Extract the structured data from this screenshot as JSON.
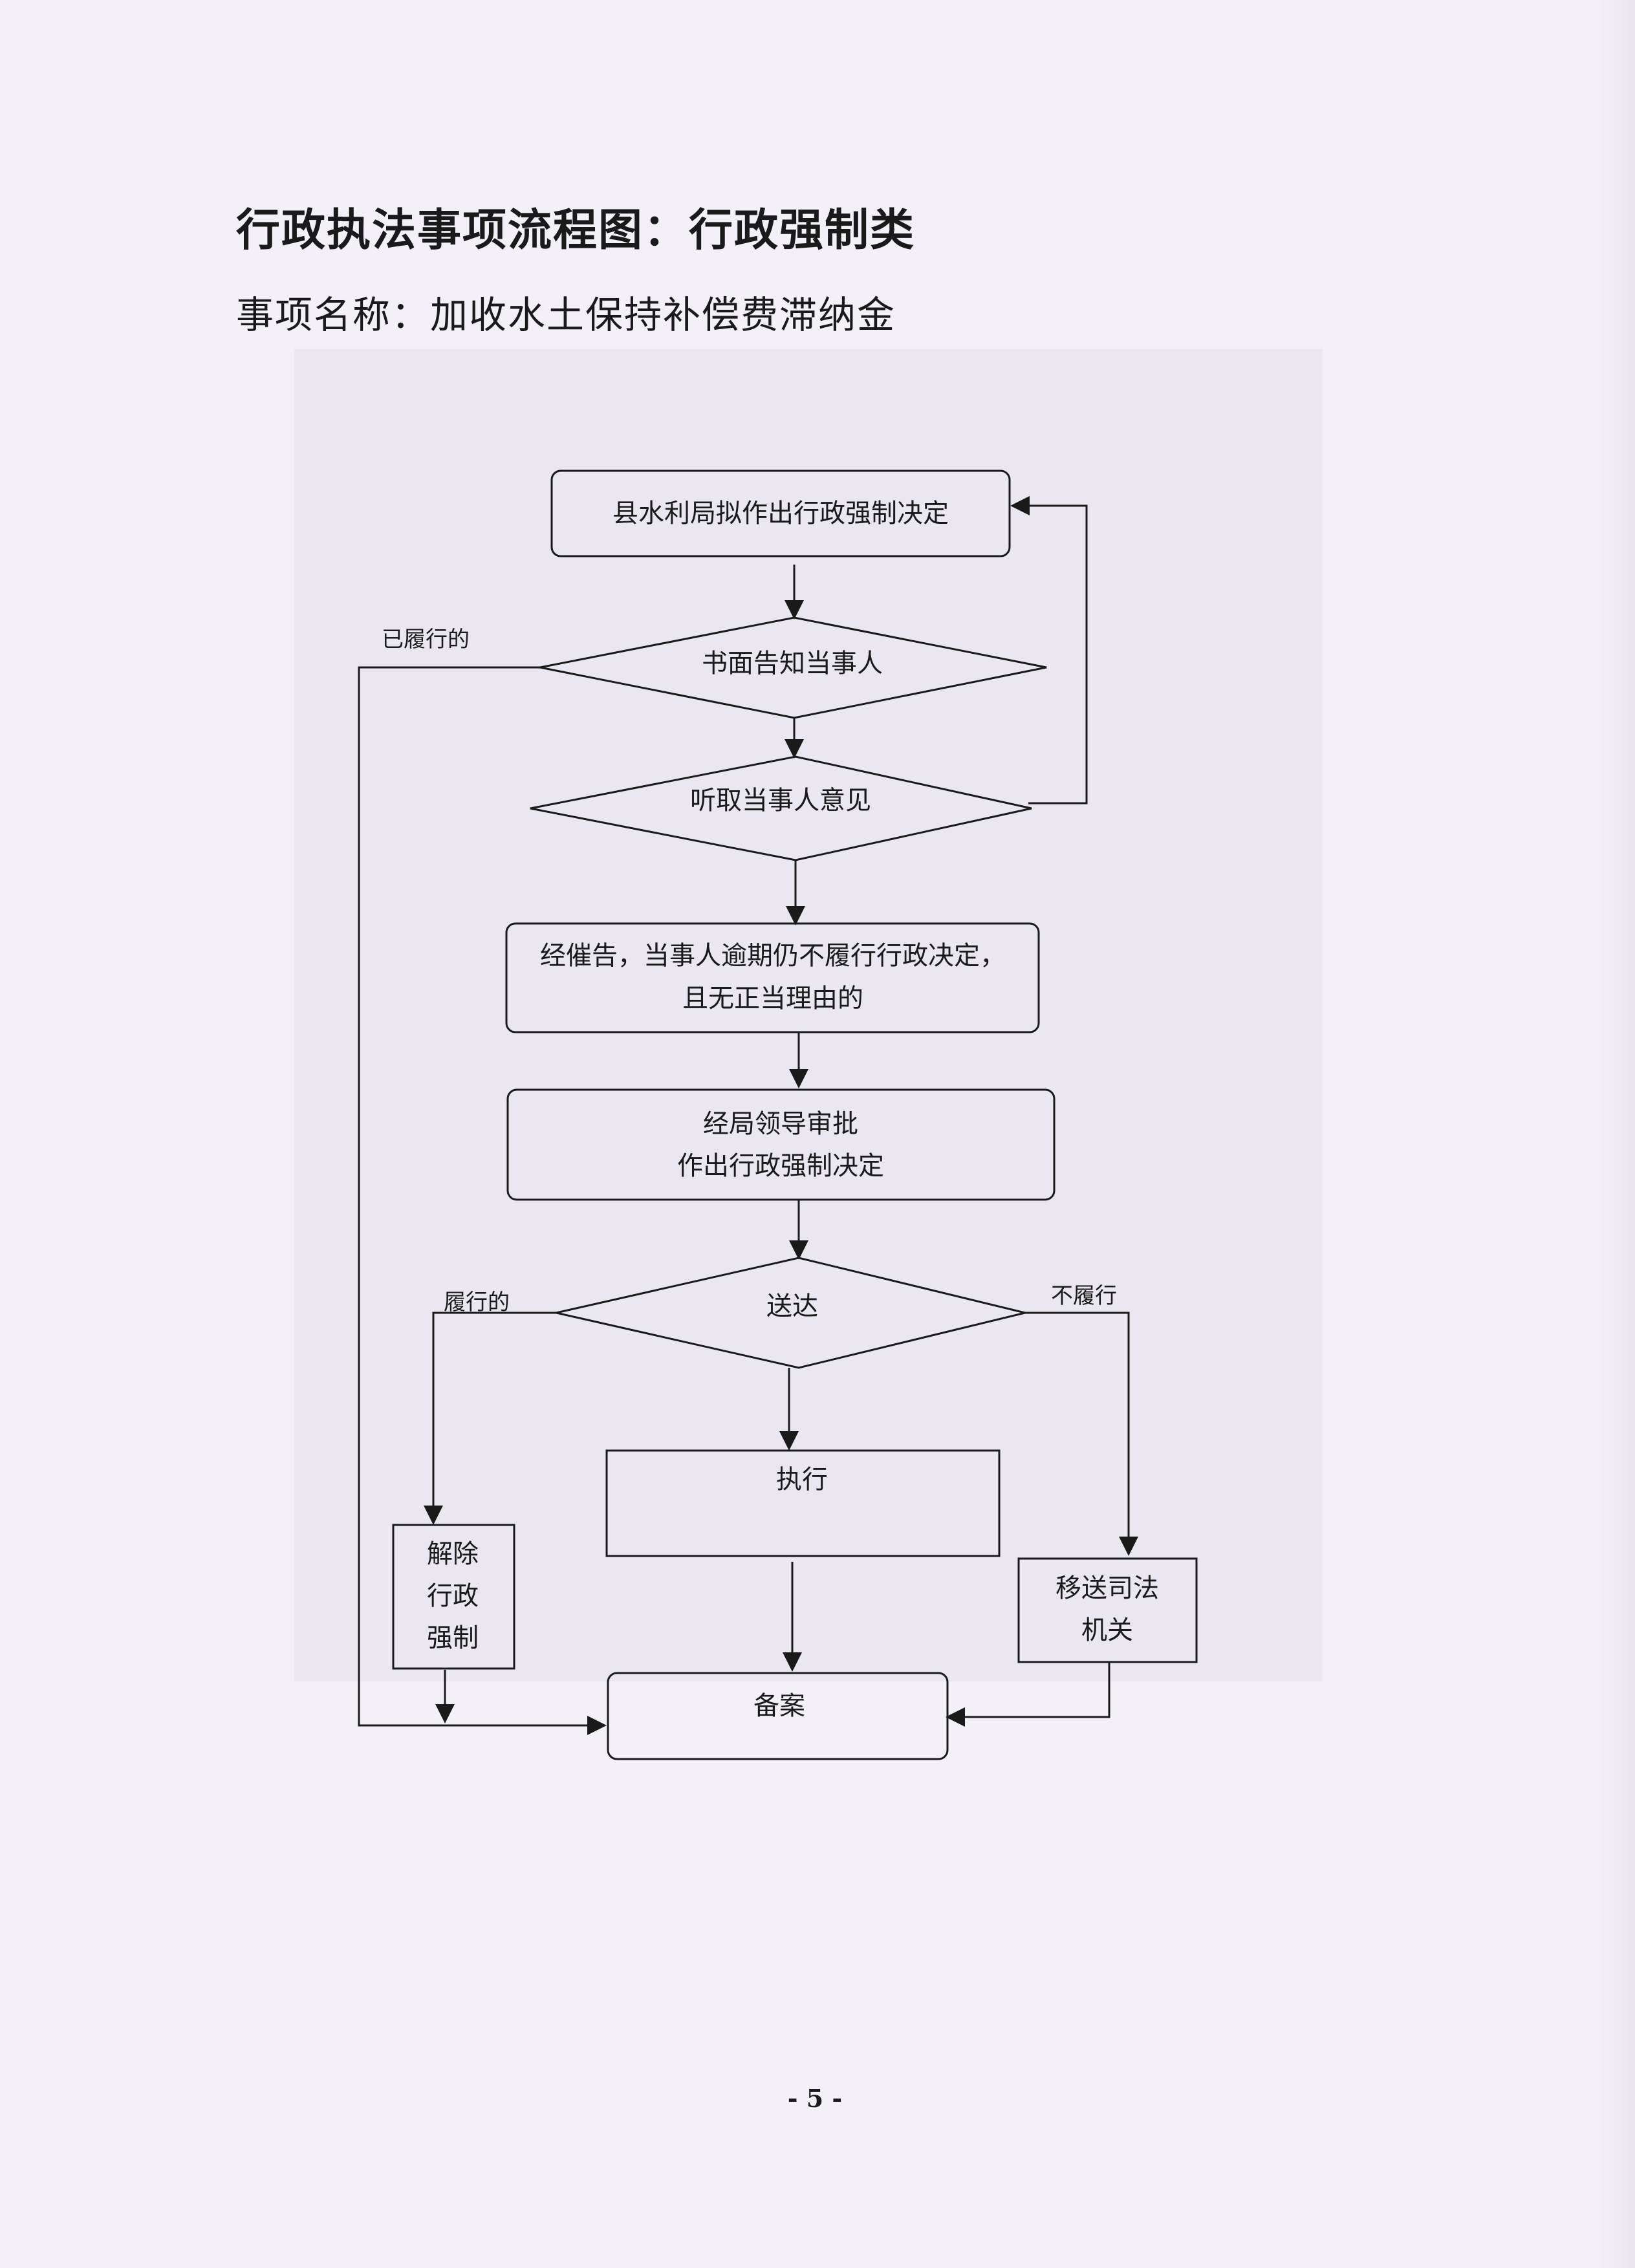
{
  "header": {
    "title": "行政执法事项流程图：行政强制类",
    "subtitle": "事项名称：加收水土保持补偿费滞纳金"
  },
  "flowchart": {
    "nodes": {
      "n1": {
        "lines": [
          "县水利局拟作出行政强制决定"
        ]
      },
      "n2": {
        "lines": [
          "书面告知当事人"
        ]
      },
      "n3": {
        "lines": [
          "听取当事人意见"
        ]
      },
      "n4": {
        "lines": [
          "经催告，当事人逾期仍不履行行政决定，",
          "且无正当理由的"
        ]
      },
      "n5": {
        "lines": [
          "经局领导审批",
          "作出行政强制决定"
        ]
      },
      "n6": {
        "lines": [
          "送达"
        ]
      },
      "n7": {
        "lines": [
          "执行"
        ]
      },
      "n8": {
        "lines": [
          "解除",
          "行政",
          "强制"
        ]
      },
      "n9": {
        "lines": [
          "移送司法",
          "机关"
        ]
      },
      "n10": {
        "lines": [
          "备案"
        ]
      }
    },
    "edge_labels": {
      "performed_early": "已履行的",
      "performed": "履行的",
      "not_performed": "不履行"
    }
  },
  "footer": {
    "page_number": "- 5 -"
  }
}
